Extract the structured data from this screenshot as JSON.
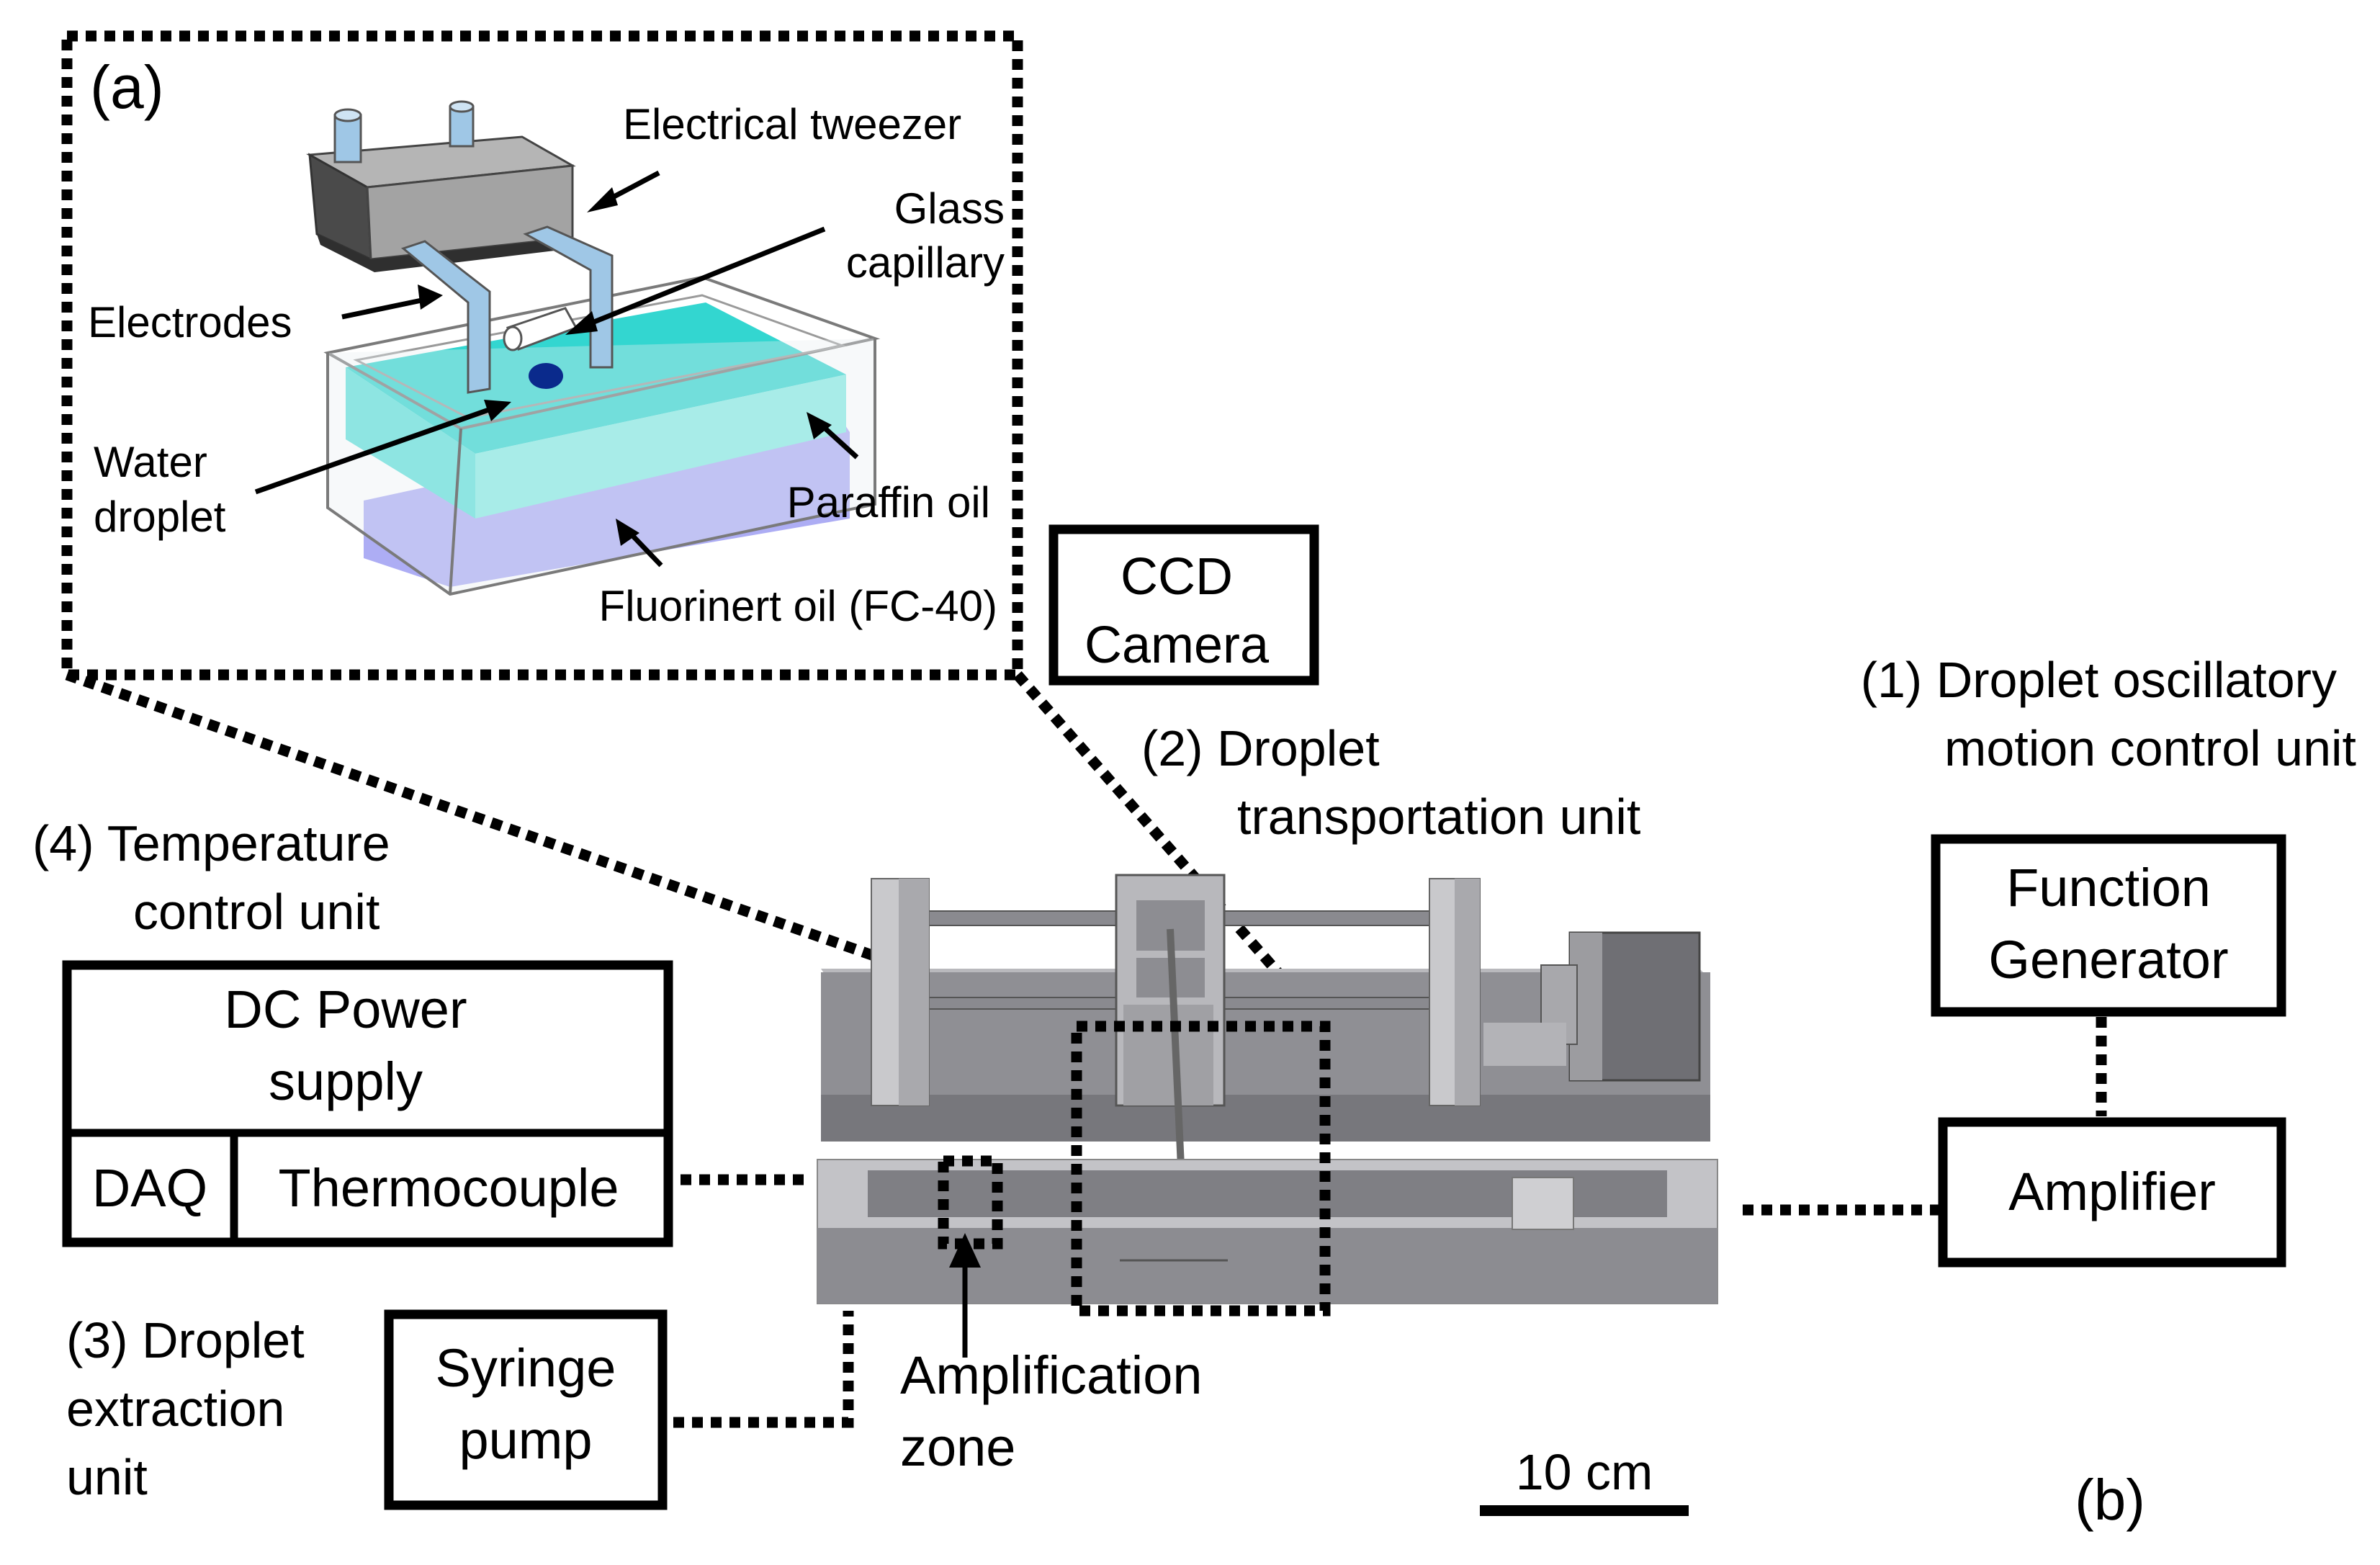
{
  "panel_a": {
    "letter": "(a)",
    "labels": {
      "electrical_tweezer": "Electrical tweezer",
      "glass_capillary": [
        "Glass",
        "capillary"
      ],
      "electrodes": "Electrodes",
      "water_droplet": [
        "Water",
        "droplet"
      ],
      "paraffin_oil": "Paraffin oil",
      "fluorinert_oil": "Fluorinert oil (FC-40)"
    }
  },
  "panel_b": {
    "letter": "(b)",
    "ccd_camera": [
      "CCD",
      "Camera"
    ],
    "unit1": [
      "(1) Droplet oscillatory",
      "motion control unit"
    ],
    "unit2": [
      "(2) Droplet",
      "transportation unit"
    ],
    "unit3": [
      "(3) Droplet",
      "extraction",
      "unit"
    ],
    "unit4": [
      "(4) Temperature",
      "control unit"
    ],
    "function_generator": [
      "Function",
      "Generator"
    ],
    "amplifier": "Amplifier",
    "dc_power_supply": [
      "DC Power",
      "supply"
    ],
    "daq": "DAQ",
    "thermocouple": "Thermocouple",
    "syringe_pump": [
      "Syringe",
      "pump"
    ],
    "amplification_zone": [
      "Amplification",
      "zone"
    ],
    "scale_bar": "10 cm"
  },
  "colors": {
    "paraffin_oil": "#33d6d0",
    "fluorinert_oil": "#a9a9f3",
    "droplet": "#0a2a8c",
    "electrode": "#9fc7e6",
    "tweezer_body": "#9a9a9a",
    "device_gray": "#8f8f94"
  }
}
